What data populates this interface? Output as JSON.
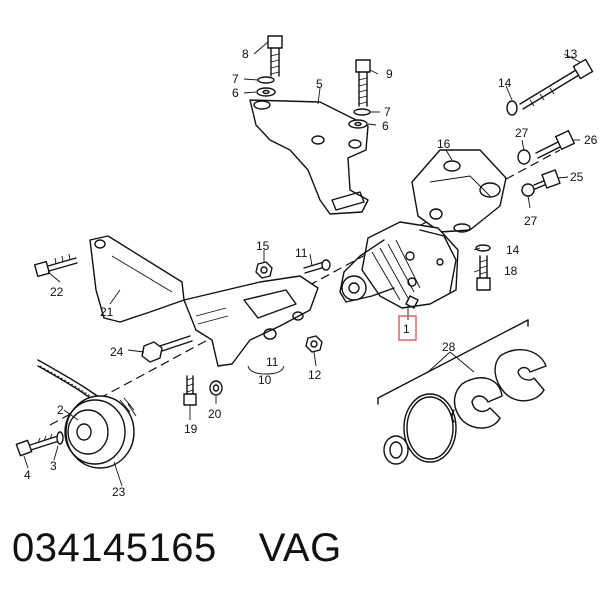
{
  "callouts": {
    "c1": "1",
    "c2": "2",
    "c3": "3",
    "c4": "4",
    "c5": "5",
    "c6a": "6",
    "c6b": "6",
    "c7a": "7",
    "c7b": "7",
    "c8": "8",
    "c9": "9",
    "c10": "10",
    "c11a": "11",
    "c11b": "11",
    "c12": "12",
    "c13": "13",
    "c14a": "14",
    "c14b": "14",
    "c15": "15",
    "c16": "16",
    "c18": "18",
    "c19": "19",
    "c20": "20",
    "c21": "21",
    "c22": "22",
    "c23": "23",
    "c24": "24",
    "c25": "25",
    "c26": "26",
    "c27a": "27",
    "c27b": "27",
    "c28": "28"
  },
  "caption": {
    "part_number": "034145165",
    "brand": "VAG"
  },
  "highlight_color": "#d65c62"
}
